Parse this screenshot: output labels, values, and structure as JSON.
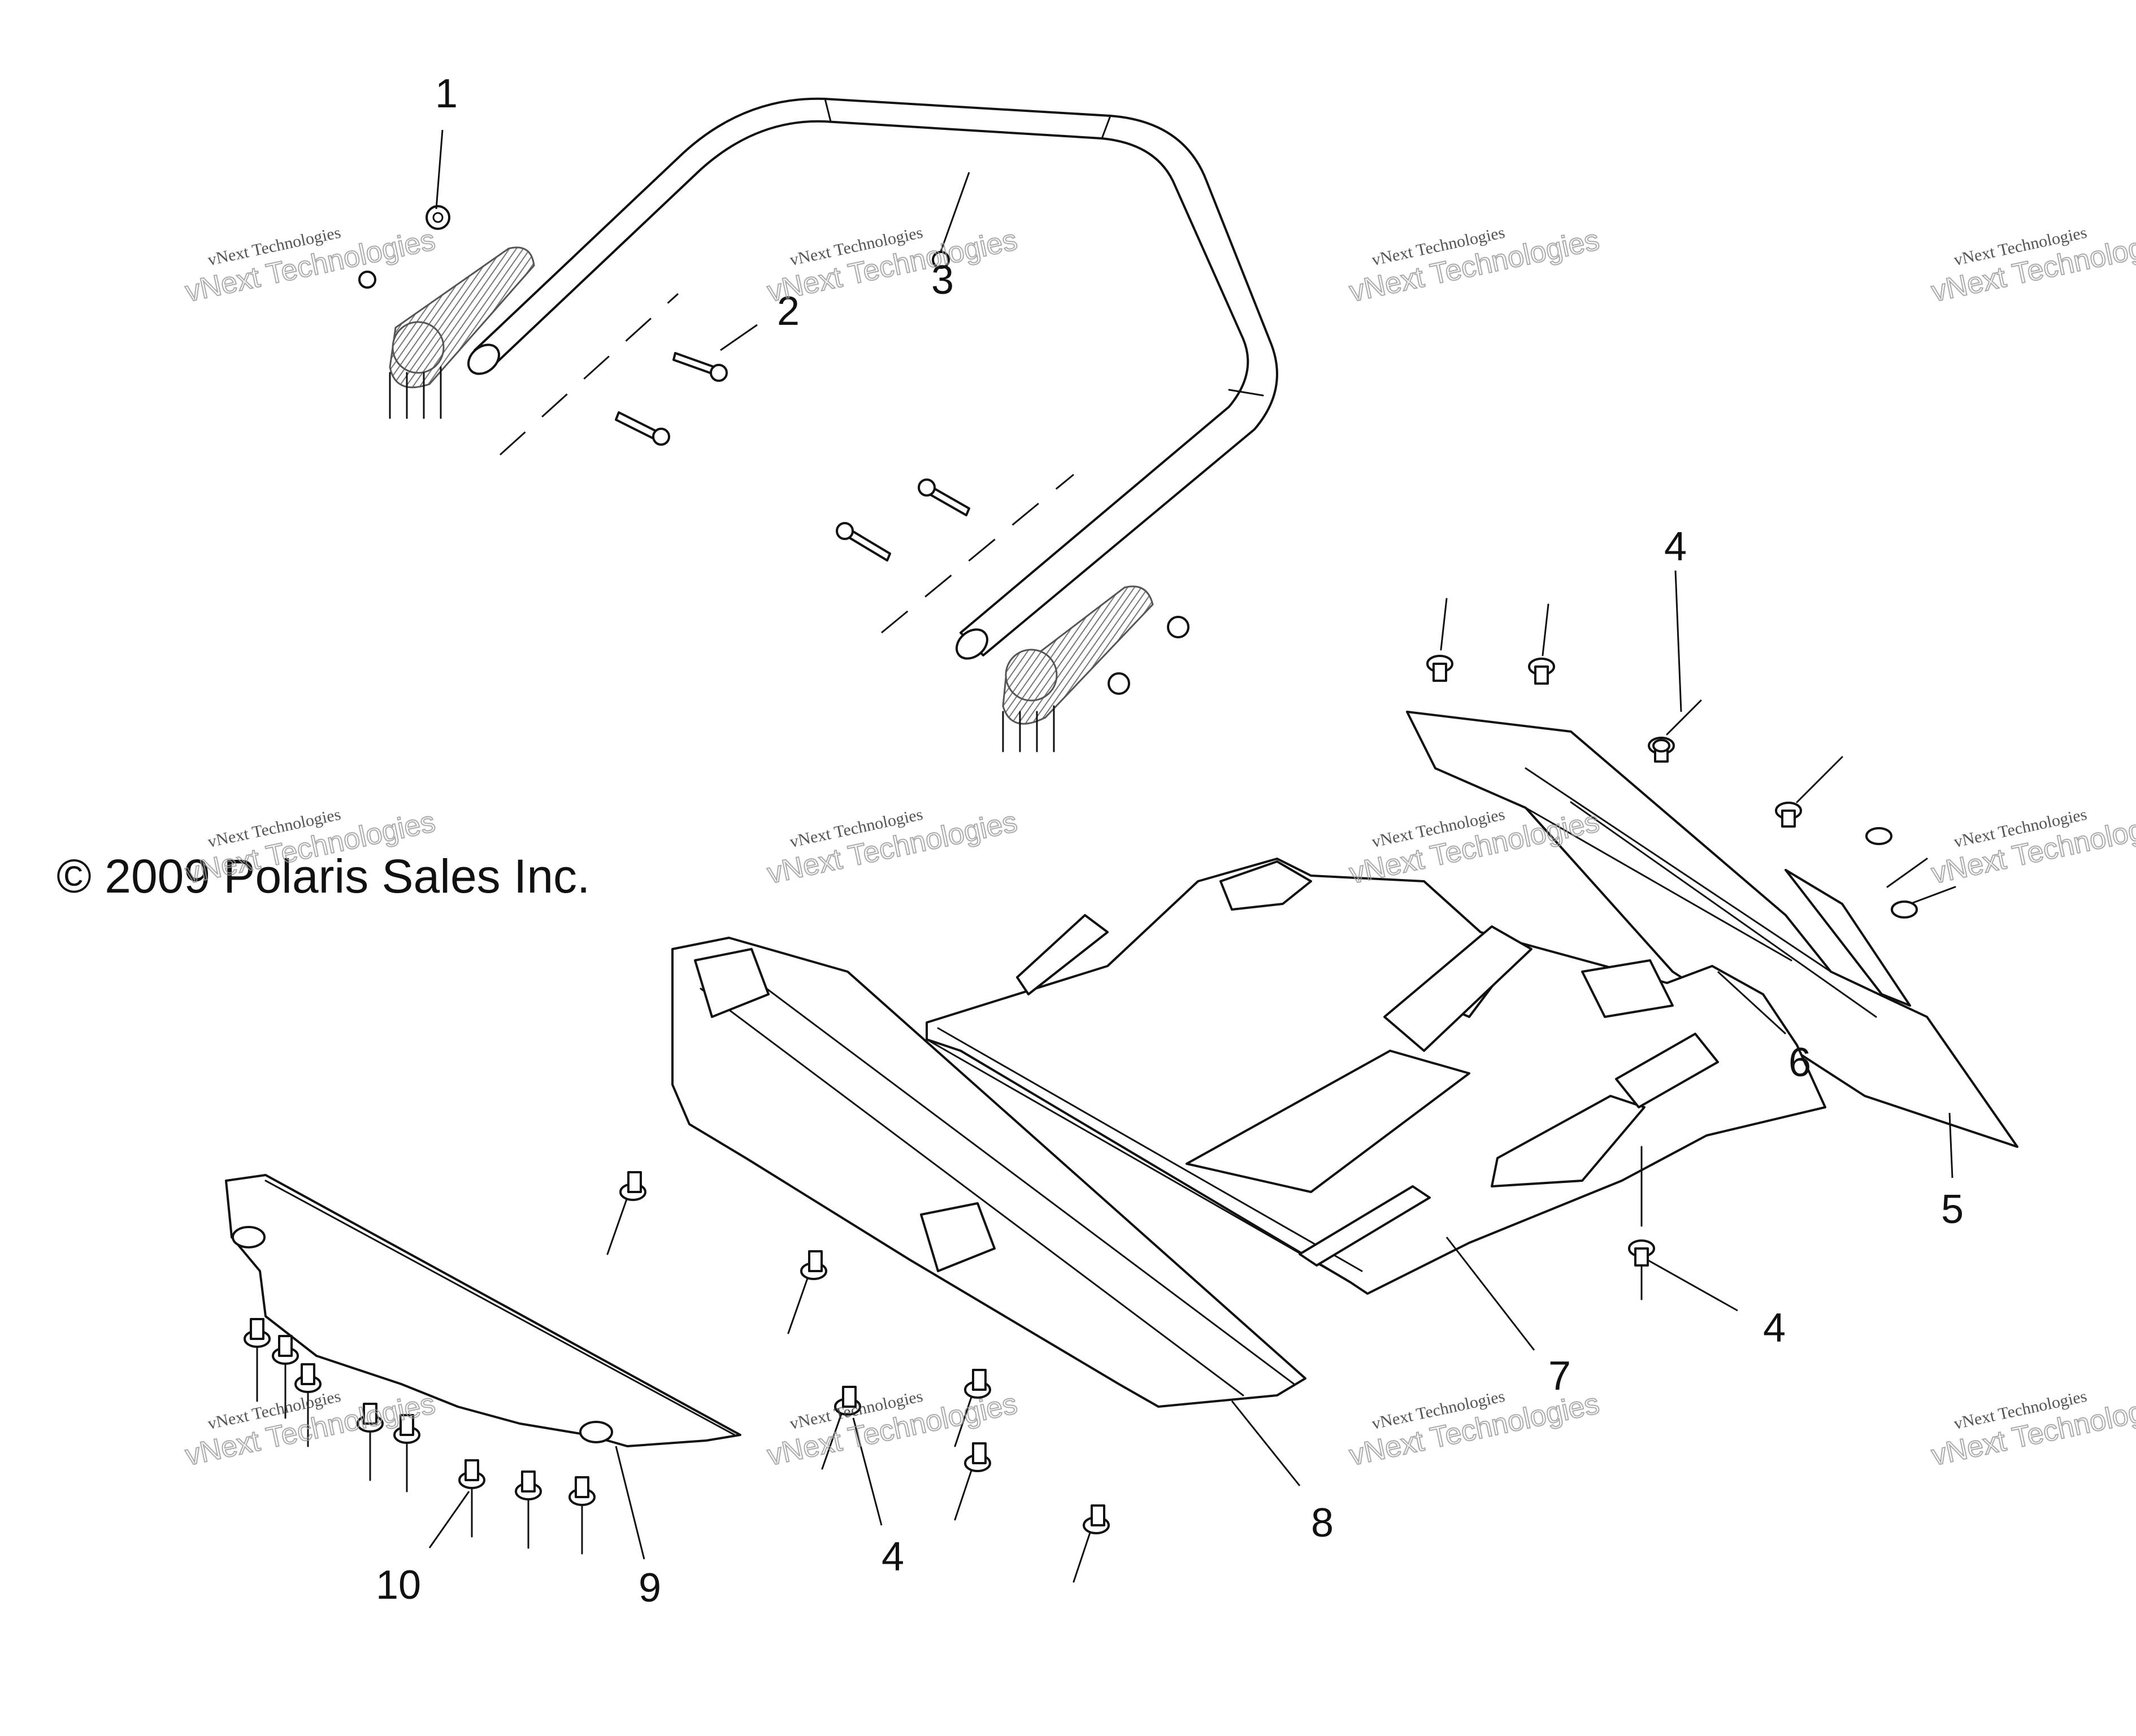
{
  "copyright": "© 2009 Polaris Sales Inc.",
  "watermark": {
    "line1": "vNext Technologies",
    "line2": "vNext Technologies"
  },
  "callouts": {
    "c1": "1",
    "c2": "2",
    "c3": "3",
    "c4a": "4",
    "c4b": "4",
    "c4c": "4",
    "c5": "5",
    "c6": "6",
    "c7": "7",
    "c8": "8",
    "c9": "9",
    "c10": "10"
  }
}
